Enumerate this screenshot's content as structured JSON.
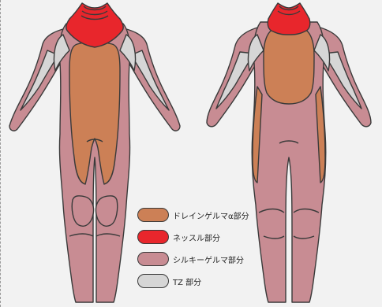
{
  "colors": {
    "background": "#f2f2f2",
    "drain": "#cc8056",
    "neck": "#e8262c",
    "silky": "#c88c93",
    "tz": "#d6d6d6",
    "outline": "#3a3a3a"
  },
  "legend": [
    {
      "label": "ドレインゲルマα部分",
      "color": "#cc8056"
    },
    {
      "label": "ネッスル部分",
      "color": "#e8262c"
    },
    {
      "label": "シルキーゲルマ部分",
      "color": "#c88c93"
    },
    {
      "label": "TZ 部分",
      "color": "#d6d6d6"
    }
  ]
}
